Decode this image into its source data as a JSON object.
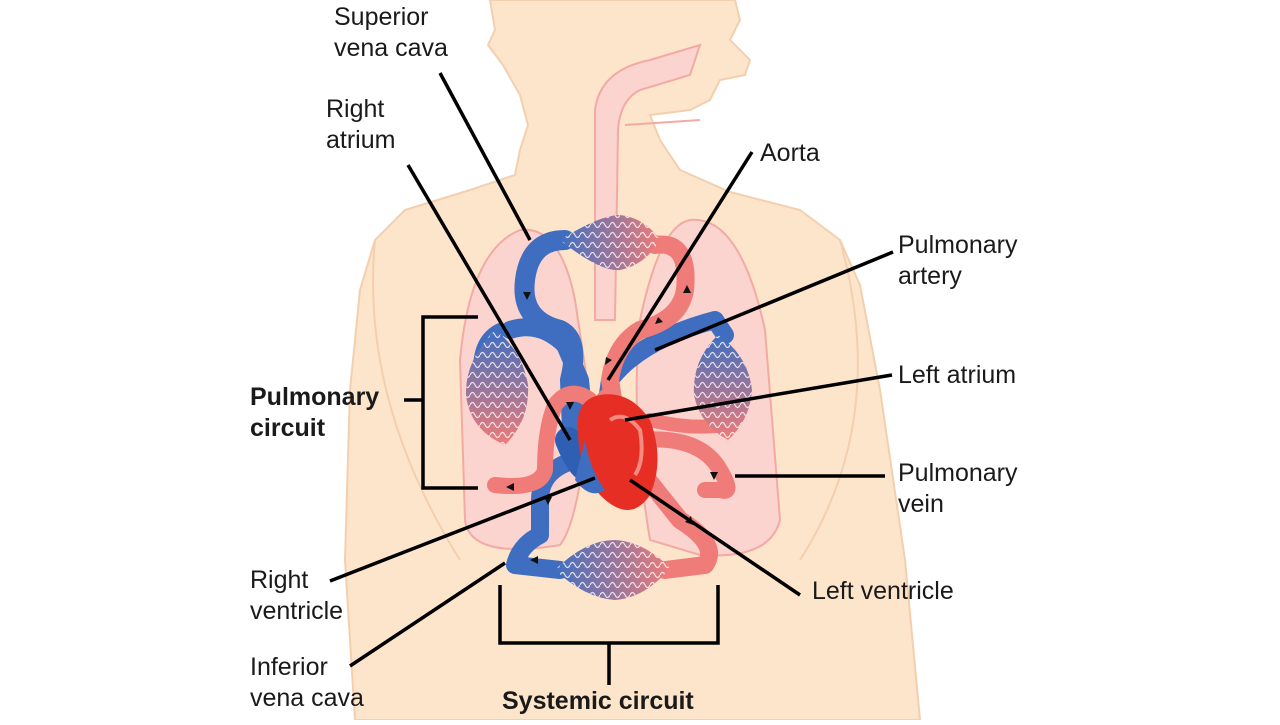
{
  "labels": {
    "superior_vena_cava": [
      "Superior",
      "vena cava"
    ],
    "right_atrium": [
      "Right",
      "atrium"
    ],
    "aorta": [
      "Aorta"
    ],
    "pulmonary_artery": [
      "Pulmonary",
      "artery"
    ],
    "left_atrium": [
      "Left atrium"
    ],
    "pulmonary_vein": [
      "Pulmonary",
      "vein"
    ],
    "left_ventricle": [
      "Left ventricle"
    ],
    "right_ventricle": [
      "Right",
      "ventricle"
    ],
    "inferior_vena_cava": [
      "Inferior",
      "vena cava"
    ],
    "pulmonary_circuit": [
      "Pulmonary",
      "circuit"
    ],
    "systemic_circuit": [
      "Systemic circuit"
    ]
  },
  "colors": {
    "body": "#fde5cc",
    "body_outline": "#f3cfae",
    "lung": "#fbd3cf",
    "lung_outline": "#f2aaa3",
    "oxygenated": "#ef7c78",
    "deoxygenated": "#3f6ec0",
    "heart_red": "#e62e25",
    "capillary": "#7a66b5",
    "leader": "#000000"
  }
}
